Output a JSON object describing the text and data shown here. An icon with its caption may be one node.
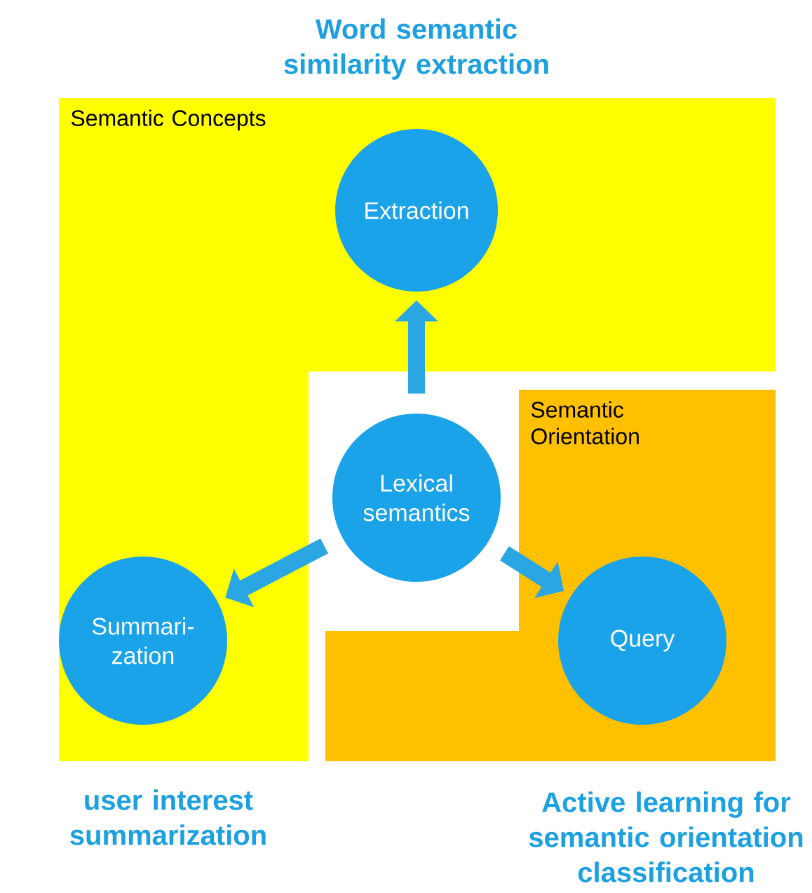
{
  "diagram": {
    "nodes": [
      {
        "text": [
          "Semantic Concepts"
        ]
      },
      {
        "text": [
          "Word semantic similarity extraction",
          "Extraction"
        ],
        "in": 0
      },
      {
        "text": [
          "Lexical semantics"
        ]
      },
      {
        "text": [
          "Semantic Orientation"
        ]
      },
      {
        "text": [
          "Summari- zation",
          "user interest summarization"
        ],
        "in": 0
      },
      {
        "text": [
          "Query",
          "Active learning for semantic orientation classification"
        ],
        "in": 3
      }
    ],
    "edges": [
      {
        "from": 2,
        "to": 1,
        "arrow": "to"
      },
      {
        "from": 2,
        "to": 4,
        "arrow": "to"
      },
      {
        "from": 2,
        "to": 5,
        "arrow": "to"
      }
    ]
  }
}
